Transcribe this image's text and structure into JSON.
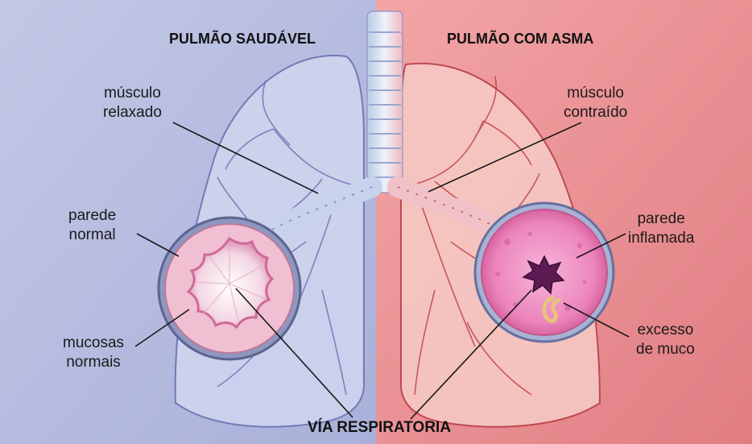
{
  "headings": {
    "healthy": "PULMÃO SAUDÁVEL",
    "asthma": "PULMÃO COM ASMA"
  },
  "labels": {
    "muscle_relaxed": [
      "músculo",
      "relaxado"
    ],
    "muscle_contracted": [
      "músculo",
      "contraído"
    ],
    "wall_normal": [
      "parede",
      "normal"
    ],
    "wall_inflamed": [
      "parede",
      "inflamada"
    ],
    "mucosa_normal": [
      "mucosas",
      "normais"
    ],
    "excess_mucus": [
      "excesso",
      "de muco"
    ]
  },
  "footer": {
    "airway": "VÍA RESPIRATORIA"
  },
  "colors": {
    "healthy_bg": "#b9bfe0",
    "asthma_bg": "#e98b8e",
    "healthy_wall": "#f2b9cf",
    "inflamed_wall": "#ef8fc4",
    "mucus": "#e8c27a"
  }
}
